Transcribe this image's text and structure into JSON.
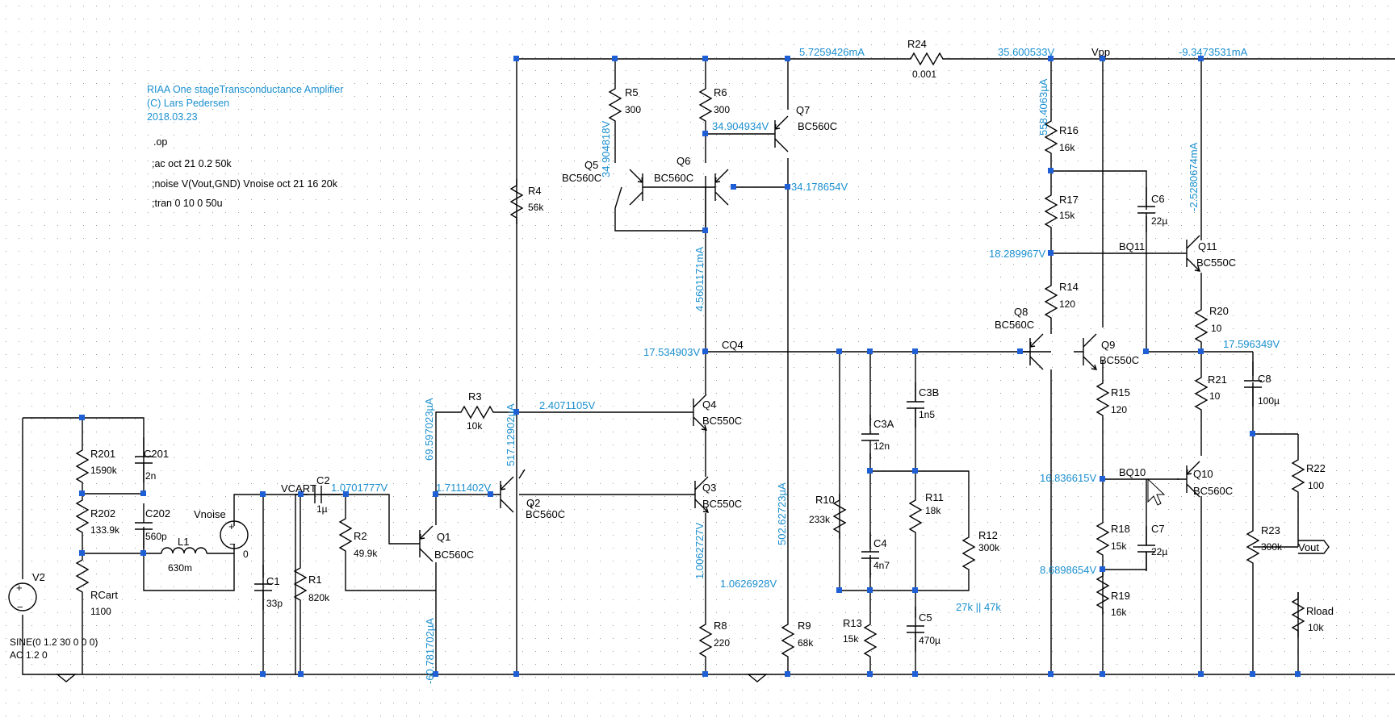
{
  "schematic": {
    "comments": [
      "RIAA One stageTransconductance Amplifier",
      "(C) Lars Pedersen",
      "2018.03.23"
    ],
    "directives": [
      ".op",
      ";ac oct 21 0.2 50k",
      ";noise V(Vout,GND) Vnoise oct 21 16 20k",
      ";tran 0 10 0 50u"
    ],
    "source_v2": {
      "name": "V2",
      "line1": "SINE(0 1.2 30 0 0 0)",
      "line2": "AC 1.2 0"
    },
    "source_vnoise": {
      "name": "Vnoise",
      "value": "0"
    },
    "resistors": [
      {
        "name": "R201",
        "value": "1590k"
      },
      {
        "name": "R202",
        "value": "133.9k"
      },
      {
        "name": "RCart",
        "value": "1100"
      },
      {
        "name": "R1",
        "value": "820k"
      },
      {
        "name": "R2",
        "value": "49.9k"
      },
      {
        "name": "R3",
        "value": "10k"
      },
      {
        "name": "R4",
        "value": "56k"
      },
      {
        "name": "R5",
        "value": "300"
      },
      {
        "name": "R6",
        "value": "300"
      },
      {
        "name": "R8",
        "value": "220"
      },
      {
        "name": "R9",
        "value": "68k"
      },
      {
        "name": "R10",
        "value": "233k"
      },
      {
        "name": "R11",
        "value": "18k"
      },
      {
        "name": "R12",
        "value": "300k"
      },
      {
        "name": "R13",
        "value": "15k"
      },
      {
        "name": "R14",
        "value": "120"
      },
      {
        "name": "R15",
        "value": "120"
      },
      {
        "name": "R16",
        "value": "16k"
      },
      {
        "name": "R17",
        "value": "15k"
      },
      {
        "name": "R18",
        "value": "15k"
      },
      {
        "name": "R19",
        "value": "16k"
      },
      {
        "name": "R20",
        "value": "10"
      },
      {
        "name": "R21",
        "value": "10"
      },
      {
        "name": "R22",
        "value": "100"
      },
      {
        "name": "R23",
        "value": "300k"
      },
      {
        "name": "Rload",
        "value": "10k"
      },
      {
        "name": "R24",
        "value": "0.001"
      }
    ],
    "capacitors": [
      {
        "name": "C201",
        "value": "2n"
      },
      {
        "name": "C202",
        "value": "560p"
      },
      {
        "name": "C1",
        "value": "33p"
      },
      {
        "name": "C2",
        "value": "1µ"
      },
      {
        "name": "C3A",
        "value": "12n"
      },
      {
        "name": "C3B",
        "value": "1n5"
      },
      {
        "name": "C4",
        "value": "4n7"
      },
      {
        "name": "C5",
        "value": "470µ"
      },
      {
        "name": "C6",
        "value": "22µ"
      },
      {
        "name": "C7",
        "value": "22µ"
      },
      {
        "name": "C8",
        "value": "100µ"
      }
    ],
    "inductor": {
      "name": "L1",
      "value": "630m"
    },
    "transistors": [
      {
        "name": "Q1",
        "model": "BC560C"
      },
      {
        "name": "Q2",
        "model": "BC560C"
      },
      {
        "name": "Q3",
        "model": "BC550C"
      },
      {
        "name": "Q4",
        "model": "BC550C"
      },
      {
        "name": "Q5",
        "model": "BC560C"
      },
      {
        "name": "Q6",
        "model": "BC560C"
      },
      {
        "name": "Q7",
        "model": "BC560C"
      },
      {
        "name": "Q8",
        "model": "BC560C"
      },
      {
        "name": "Q9",
        "model": "BC550C"
      },
      {
        "name": "Q10",
        "model": "BC560C"
      },
      {
        "name": "Q11",
        "model": "BC550C"
      }
    ],
    "net_labels": [
      "VCART",
      "CQ4",
      "BQ11",
      "BQ10",
      "Vpp",
      "Vout"
    ],
    "note": "27k || 47k",
    "operating_points": [
      "5.7259426mA",
      "35.600533V",
      "-9.3473531mA",
      "558.4063µA",
      "-2.5280674mA",
      "34.904934V",
      "34.904818V",
      "34.178654V",
      "18.289967V",
      "4.5601171mA",
      "17.534903V",
      "17.596349V",
      "2.4071105V",
      "69.597023µA",
      "517.12902µA",
      "1.0701777V",
      "1.7111402V",
      "16.836615V",
      "8.6898654V",
      "1.0062727V",
      "1.0626928V",
      "502.62723µA",
      "-60.781702µA"
    ]
  }
}
